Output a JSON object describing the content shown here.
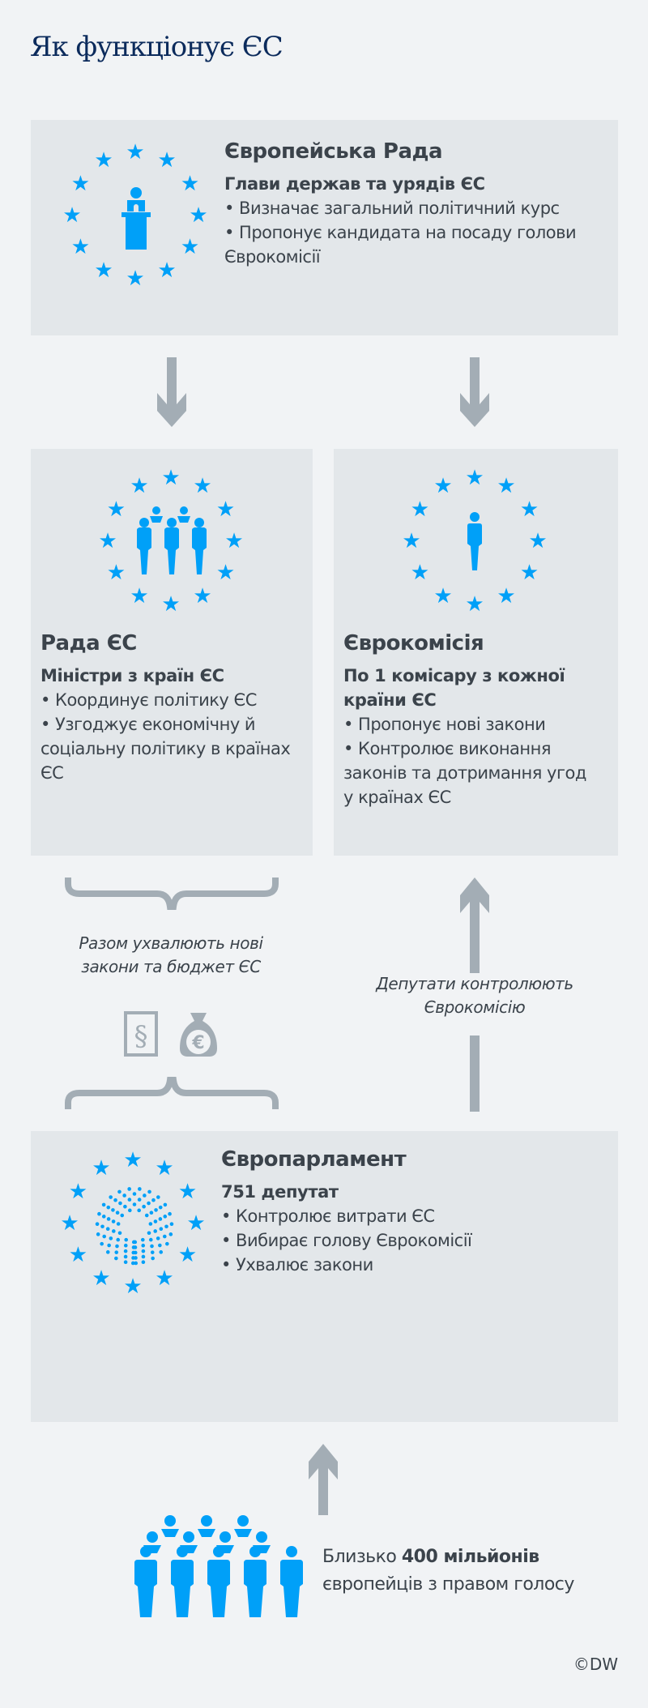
{
  "title": "Як функціонує ЄС",
  "colors": {
    "accent": "#00a0f8",
    "arrow": "#a3adb5",
    "box": "#e3e7ea",
    "title": "#0c2b5c"
  },
  "european_council": {
    "heading": "Європейська Рада",
    "subheading": "Глави держав та урядів ЄС",
    "bullets": [
      "• Визначає загальний політичний курс",
      "• Пропонує кандидата на посаду голови Єврокомісії"
    ],
    "icon": "podium-speaker-icon"
  },
  "council_eu": {
    "heading": "Рада ЄС",
    "subheading": "Міністри з країн ЄС",
    "bullets": [
      "• Координує політику ЄС",
      "• Узгоджує економічну й соціальну політику в країнах ЄС"
    ],
    "icon": "group-ministers-icon"
  },
  "commission": {
    "heading": "Єврокомісія",
    "subheading": "По 1 комісару з кожної країни ЄС",
    "bullets": [
      "• Пропонує нові закони",
      "• Контролює виконання законів та дотримання угод у країнах ЄС"
    ],
    "icon": "person-icon"
  },
  "together_note": "Разом ухвалюють нові закони та бюджет ЄС",
  "section_symbol": "§",
  "euro_symbol": "€",
  "control_note": "Депутати контролюють Єврокомісію",
  "parliament": {
    "heading": "Європарламент",
    "subheading": "751 депутат",
    "bullets": [
      "• Контролює витрати ЄС",
      "• Вибирає голову Єврокомісії",
      "• Ухвалює закони"
    ],
    "icon": "hemicycle-seats-icon"
  },
  "voters": {
    "prefix": "Близько ",
    "bold": "400 мільйонів",
    "line2": "європейців з правом голосу"
  },
  "credit": "©DW"
}
